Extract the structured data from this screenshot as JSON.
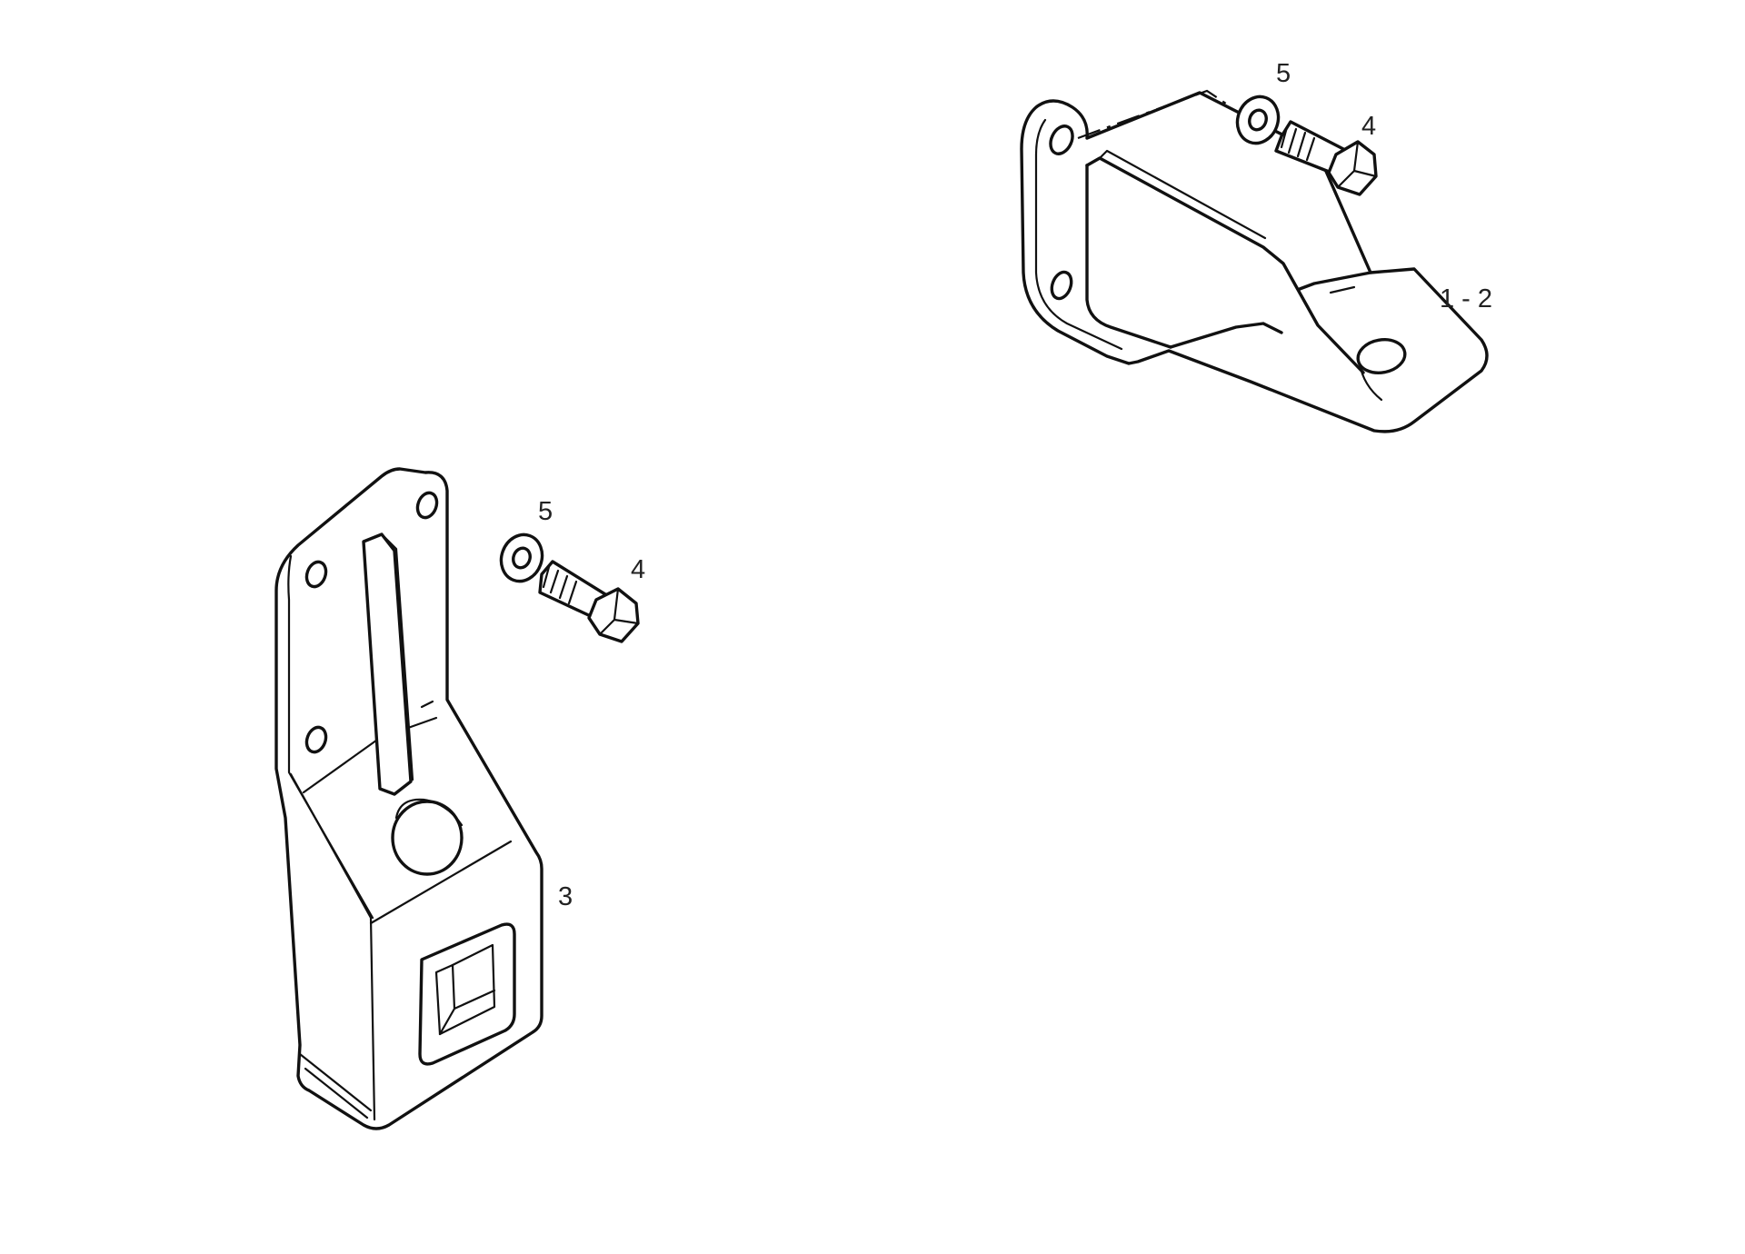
{
  "callouts": {
    "upper_washer": "5",
    "upper_bolt": "4",
    "upper_bracket": "1 - 2",
    "lower_washer": "5",
    "lower_bolt": "4",
    "lower_bracket": "3"
  }
}
